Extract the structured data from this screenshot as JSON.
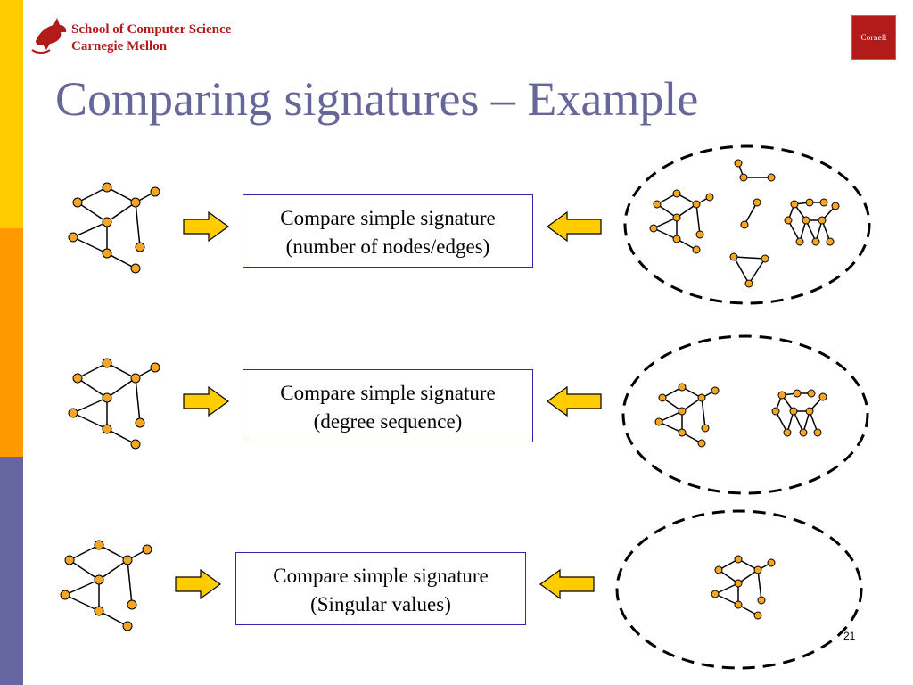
{
  "header": {
    "logo_line1": "School of Computer Science",
    "logo_line2": "Carnegie Mellon",
    "cornell_logo": "Cornell"
  },
  "title": "Comparing signatures – Example",
  "comparisons": [
    {
      "line1": "Compare simple signature",
      "line2": "(number of nodes/edges)"
    },
    {
      "line1": "Compare simple signature",
      "line2": "(degree sequence)"
    },
    {
      "line1": "Compare simple signature",
      "line2": "(Singular values)"
    }
  ],
  "page_number": "21",
  "colors": {
    "accent_title": "#666699",
    "node_fill": "#F5A623",
    "arrow_fill": "#FFCC00",
    "cmu_red": "#b31b1b",
    "box_border": "#2a2ab0"
  }
}
